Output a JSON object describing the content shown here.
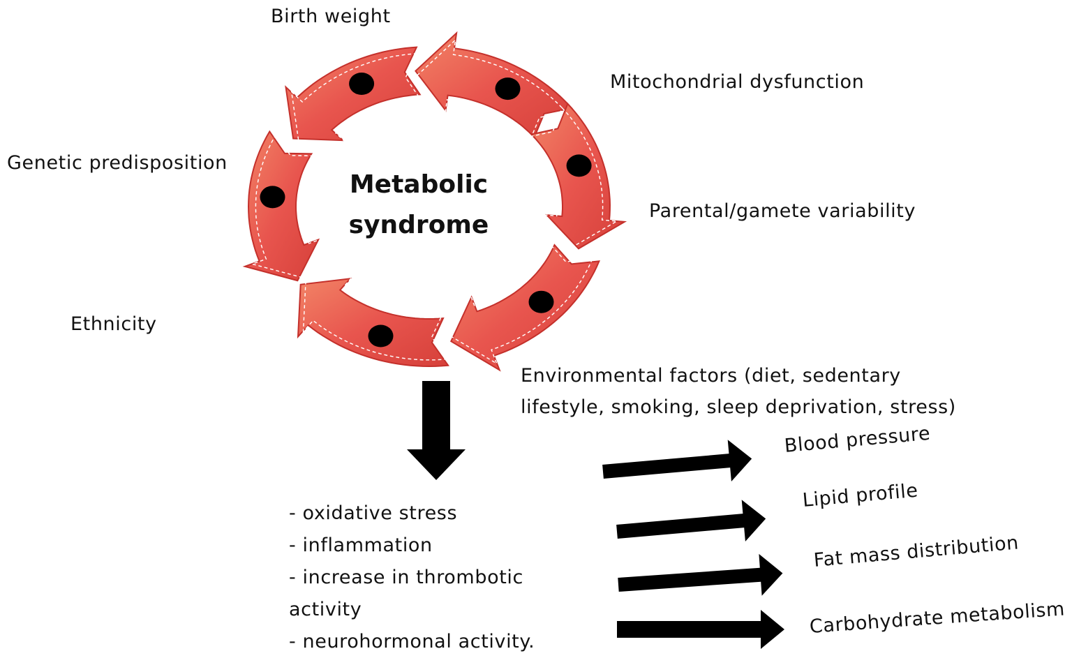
{
  "center_title": [
    "Metabolic",
    "syndrome"
  ],
  "cycle_factors": {
    "birth_weight": "Birth weight",
    "mitochondrial": "Mitochondrial dysfunction",
    "genetic": "Genetic predisposition",
    "parental": "Parental/gamete variability",
    "ethnicity": "Ethnicity",
    "environmental": [
      "Environmental factors (diet, sedentary",
      "lifestyle, smoking, sleep deprivation, stress)"
    ]
  },
  "consequences": [
    "- oxidative stress",
    "- inflammation",
    "- increase in thrombotic",
    "activity",
    "- neurohormonal activity."
  ],
  "outcomes": [
    "Blood pressure",
    "Lipid profile",
    "Fat mass distribution",
    "Carbohydrate metabolism"
  ],
  "colors": {
    "arrow_fill": "#e8554e",
    "arrow_light": "#f07a5c",
    "arrow_edge": "#c4302b",
    "stitch": "#ffffff",
    "dot": "#000000",
    "black_arrow": "#000000"
  }
}
